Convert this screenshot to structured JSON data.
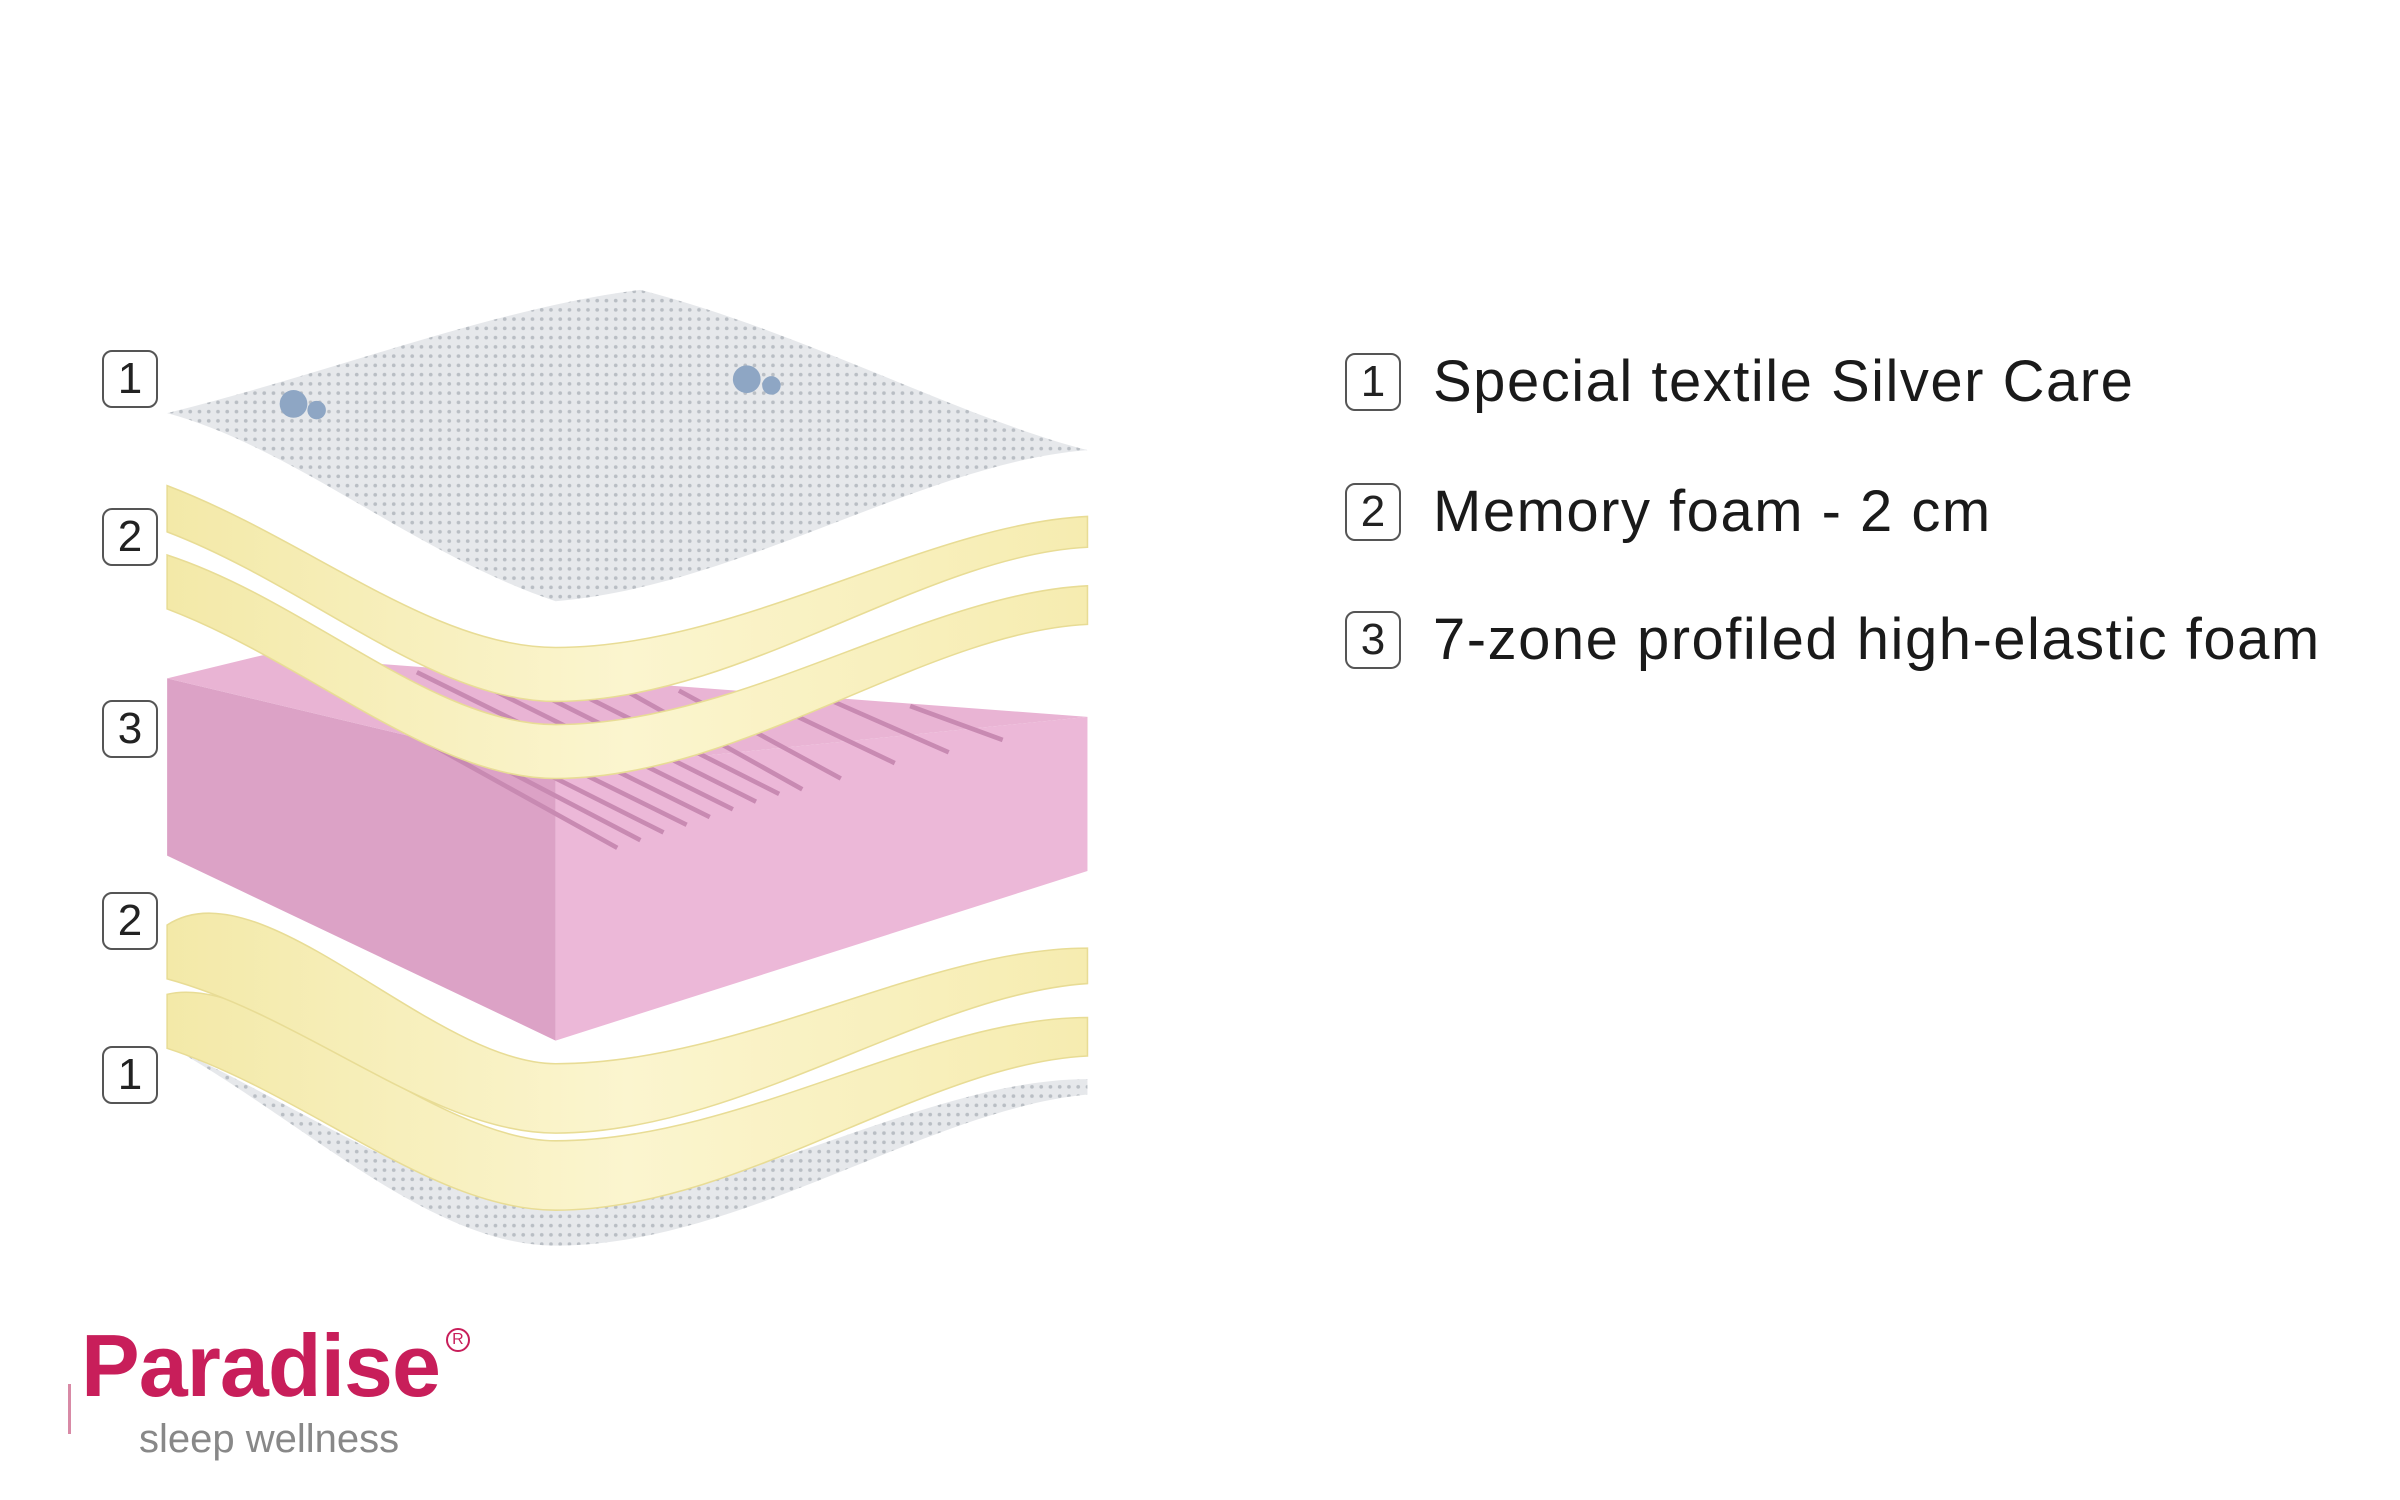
{
  "layer_labels": [
    "1",
    "2",
    "3",
    "2",
    "1"
  ],
  "legend": [
    {
      "number": "1",
      "text": "Special textile Silver Care"
    },
    {
      "number": "2",
      "text": "Memory foam - 2 cm"
    },
    {
      "number": "3",
      "text": "7-zone profiled high-elastic foam"
    }
  ],
  "brand": {
    "name": "Paradise",
    "registered": "R",
    "tagline": "sleep wellness",
    "color": "#c81e5a"
  },
  "colors": {
    "textile": "#dcdfe3",
    "memory_foam": "#f7efb8",
    "profiled_foam": "#e7acd0"
  }
}
